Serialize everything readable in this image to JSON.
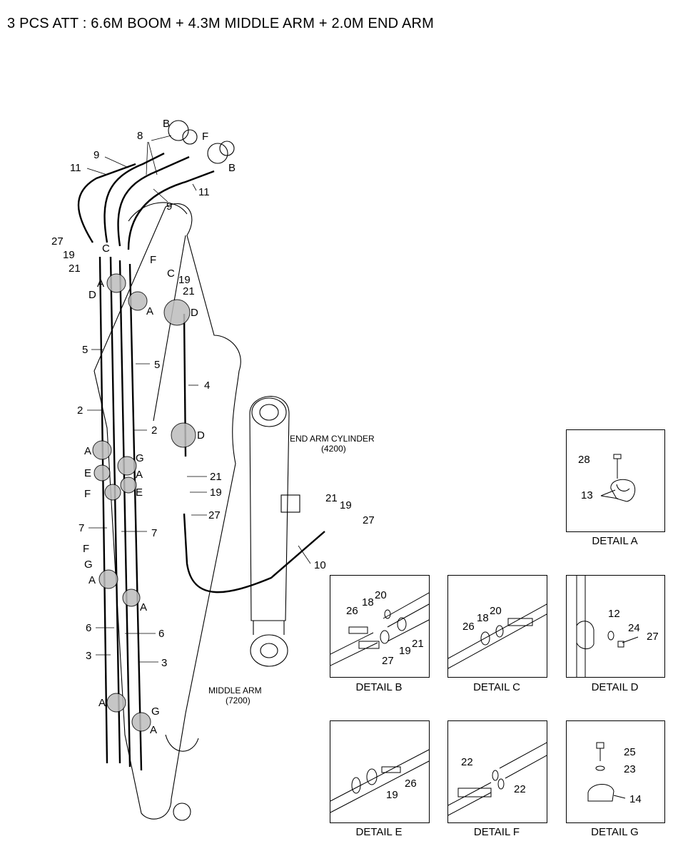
{
  "title": "3 PCS ATT : 6.6M BOOM + 4.3M MIDDLE ARM + 2.0M END ARM",
  "main_labels": {
    "end_arm_cylinder": "END ARM CYLINDER",
    "end_arm_cylinder_len": "(4200)",
    "middle_arm": "MIDDLE ARM",
    "middle_arm_len": "(7200)"
  },
  "callouts": [
    "B",
    "8",
    "F",
    "9",
    "11",
    "B",
    "11",
    "9",
    "27",
    "19",
    "C",
    "21",
    "F",
    "C",
    "19",
    "A",
    "D",
    "21",
    "A",
    "D",
    "5",
    "5",
    "4",
    "2",
    "2",
    "D",
    "A",
    "G",
    "E",
    "A",
    "E",
    "F",
    "21",
    "19",
    "27",
    "7",
    "7",
    "21",
    "19",
    "27",
    "F",
    "G",
    "10",
    "A",
    "A",
    "6",
    "6",
    "3",
    "3",
    "A",
    "G",
    "A"
  ],
  "details": [
    {
      "caption": "DETAIL A",
      "parts": [
        "28",
        "13"
      ]
    },
    {
      "caption": "DETAIL B",
      "parts": [
        "20",
        "18",
        "26",
        "19",
        "21",
        "27"
      ]
    },
    {
      "caption": "DETAIL C",
      "parts": [
        "20",
        "18",
        "26"
      ]
    },
    {
      "caption": "DETAIL D",
      "parts": [
        "12",
        "24",
        "27"
      ]
    },
    {
      "caption": "DETAIL E",
      "parts": [
        "26",
        "19"
      ]
    },
    {
      "caption": "DETAIL F",
      "parts": [
        "22",
        "22"
      ]
    },
    {
      "caption": "DETAIL G",
      "parts": [
        "25",
        "23",
        "14"
      ]
    }
  ]
}
